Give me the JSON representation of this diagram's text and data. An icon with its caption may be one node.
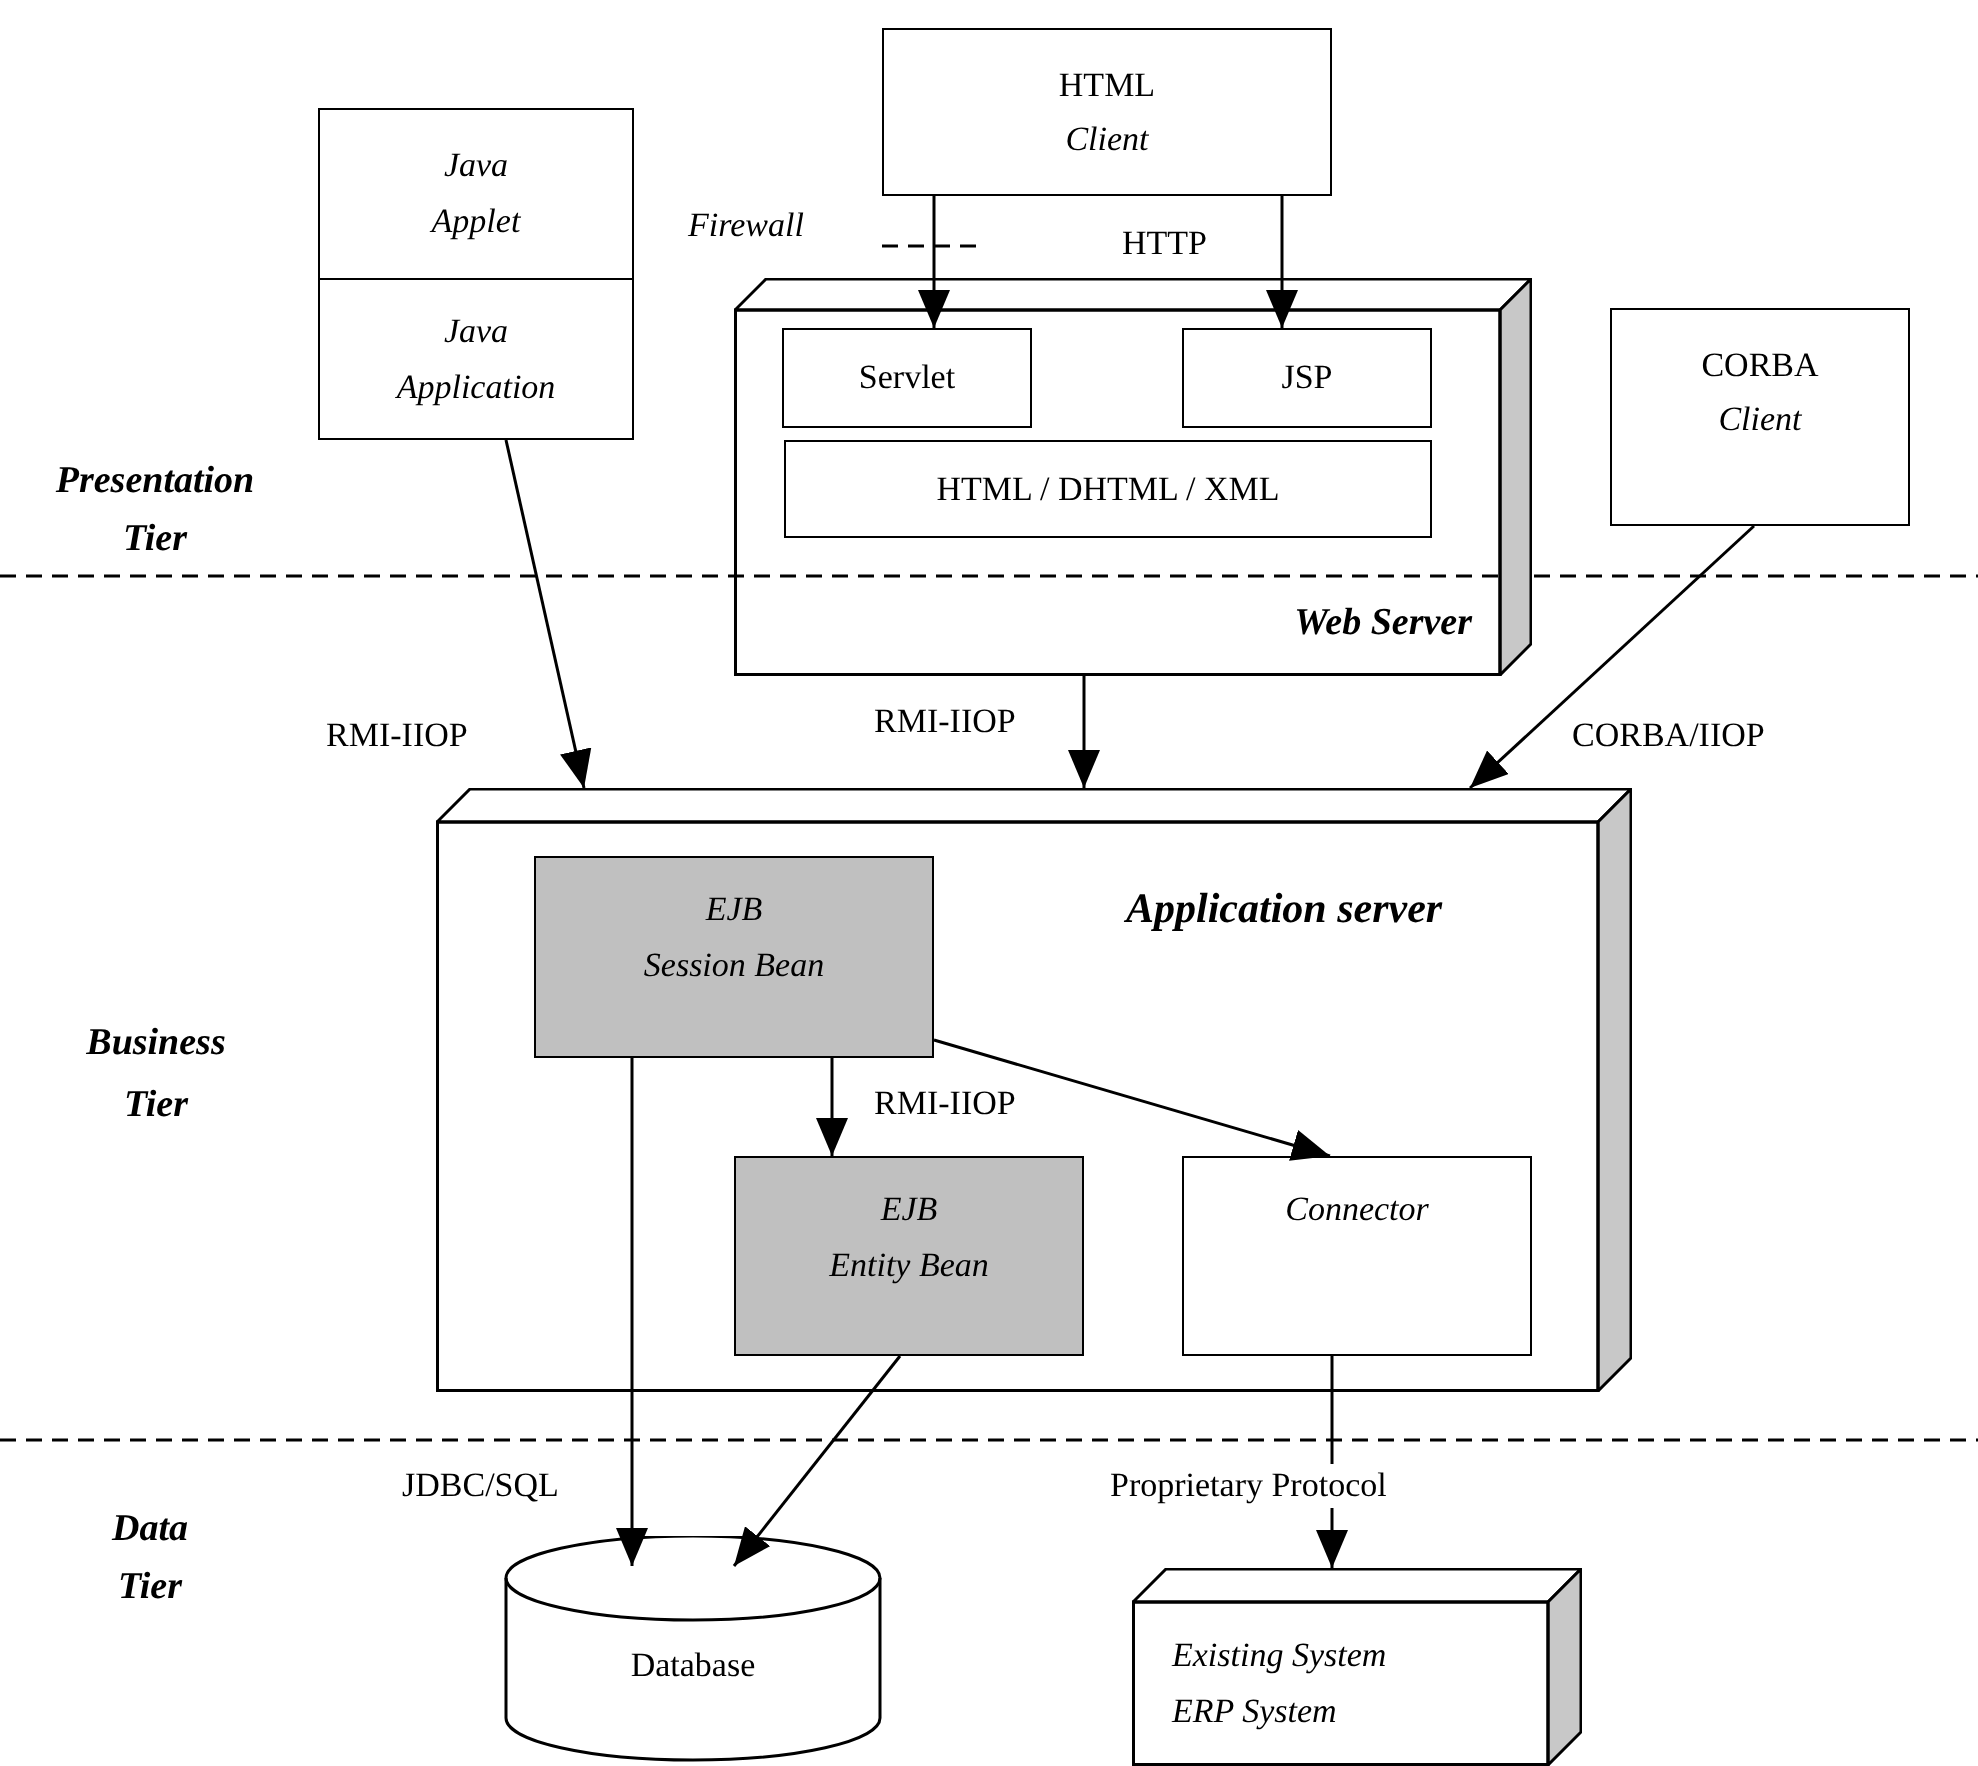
{
  "diagram": {
    "nodes": [
      {
        "text": [
          "Java Applet"
        ]
      },
      {
        "text": [
          "Java Application"
        ]
      },
      {
        "text": [
          "HTML",
          "Client"
        ]
      },
      {
        "text": [
          "Web Server"
        ]
      },
      {
        "text": [
          "Servlet"
        ],
        "in": 3
      },
      {
        "text": [
          "JSP"
        ],
        "in": 3
      },
      {
        "text": [
          "HTML / DHTML / XML"
        ],
        "in": 3
      },
      {
        "text": [
          "CORBA",
          "Client"
        ]
      },
      {
        "text": [
          "Application server"
        ]
      },
      {
        "text": [
          "EJB",
          "Session Bean"
        ],
        "in": 8
      },
      {
        "text": [
          "EJB",
          "Entity Bean"
        ],
        "in": 8
      },
      {
        "text": [
          "Connector"
        ],
        "in": 8
      },
      {
        "text": [
          "Database"
        ]
      },
      {
        "text": [
          "Existing System",
          "ERP System"
        ]
      }
    ],
    "edges": [
      {
        "from": 2,
        "to": 4,
        "arrow": "to"
      },
      {
        "from": 2,
        "to": 5,
        "arrow": "to",
        "label": "HTTP"
      },
      {
        "from": 1,
        "to": 8,
        "arrow": "to",
        "label": "RMI-IIOP"
      },
      {
        "from": 3,
        "to": 8,
        "arrow": "to",
        "label": "RMI-IIOP"
      },
      {
        "from": 7,
        "to": 8,
        "arrow": "to",
        "label": "CORBA/IIOP"
      },
      {
        "from": 9,
        "to": 10,
        "arrow": "to",
        "label": "RMI-IIOP"
      },
      {
        "from": 9,
        "to": 11,
        "arrow": "to"
      },
      {
        "from": 9,
        "to": 12,
        "arrow": "to",
        "label": "JDBC/SQL"
      },
      {
        "from": 10,
        "to": 12,
        "arrow": "to"
      },
      {
        "from": 11,
        "to": 13,
        "arrow": "to",
        "label": "Proprietary Protocol"
      }
    ],
    "labels": [
      "Firewall",
      "Presentation Tier",
      "Business Tier",
      "Data Tier"
    ]
  }
}
